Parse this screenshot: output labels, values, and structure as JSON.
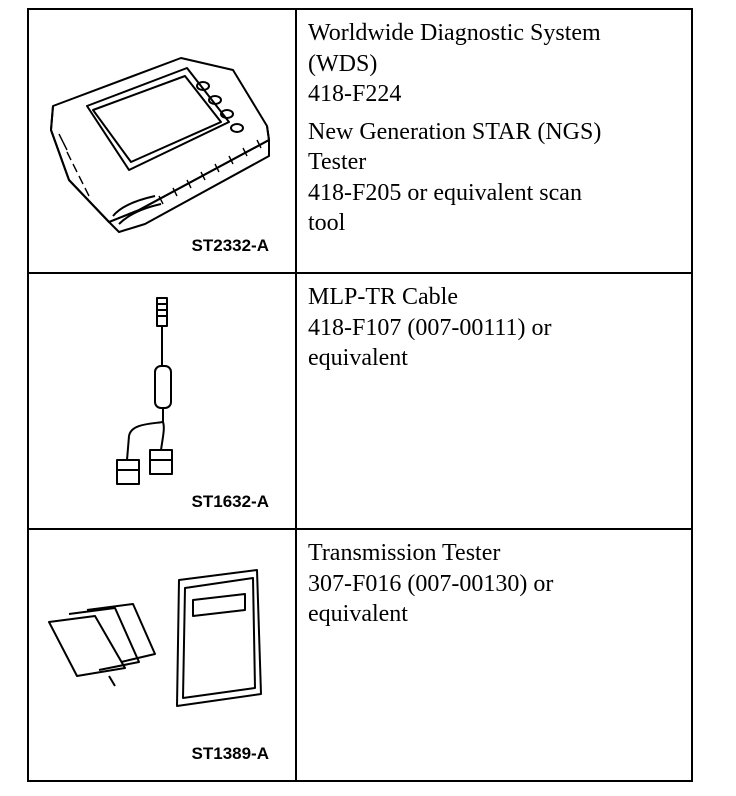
{
  "rows": [
    {
      "figure_id": "ST2332-A",
      "lines_a": [
        "Worldwide Diagnostic System",
        "(WDS)",
        "418-F224"
      ],
      "lines_b": [
        "New Generation STAR (NGS)",
        "Tester",
        "418-F205 or equivalent scan",
        "tool"
      ]
    },
    {
      "figure_id": "ST1632-A",
      "lines_a": [
        "MLP-TR Cable",
        "418-F107 (007-00111) or",
        "equivalent"
      ]
    },
    {
      "figure_id": "ST1389-A",
      "lines_a": [
        "Transmission Tester",
        "307-F016 (007-00130) or",
        "equivalent"
      ]
    }
  ]
}
